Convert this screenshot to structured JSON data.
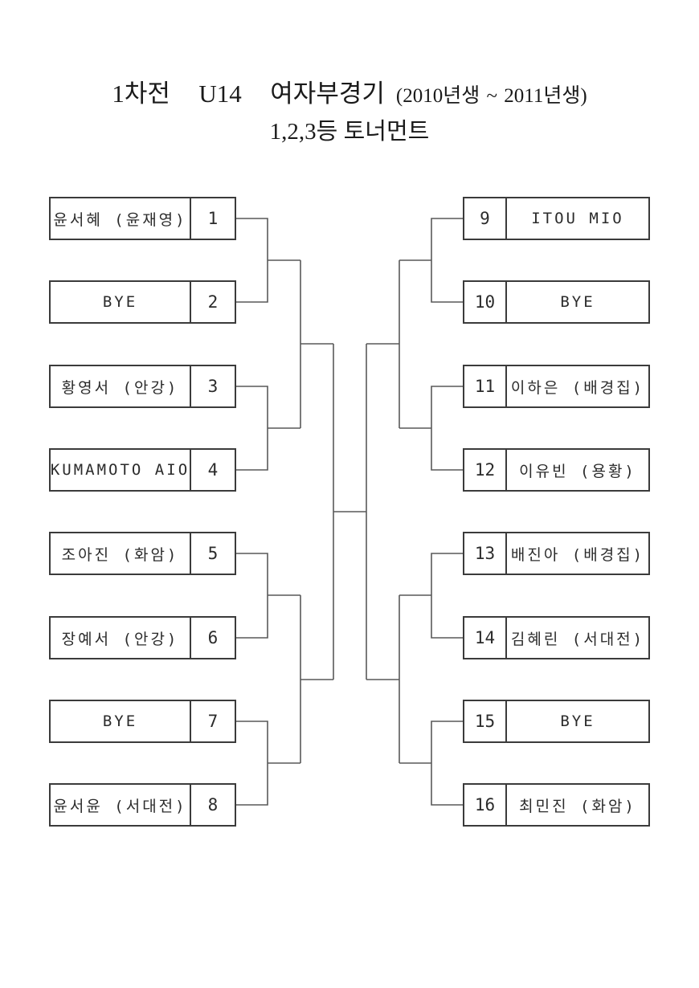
{
  "title": {
    "line1_main": "1차전  U14  여자부경기",
    "line1_years": "(2010년생 ~ 2011년생)",
    "line2": "1,2,3등 토너먼트"
  },
  "bracket": {
    "left": [
      {
        "seed": "1",
        "name": "윤서혜 (윤재영)"
      },
      {
        "seed": "2",
        "name": "BYE"
      },
      {
        "seed": "3",
        "name": "황영서 (안강)"
      },
      {
        "seed": "4",
        "name": "KUMAMOTO AIO"
      },
      {
        "seed": "5",
        "name": "조아진 (화암)"
      },
      {
        "seed": "6",
        "name": "장예서 (안강)"
      },
      {
        "seed": "7",
        "name": "BYE"
      },
      {
        "seed": "8",
        "name": "윤서윤 (서대전)"
      }
    ],
    "right": [
      {
        "seed": "9",
        "name": "ITOU MIO"
      },
      {
        "seed": "10",
        "name": "BYE"
      },
      {
        "seed": "11",
        "name": "이하은 (배경집)"
      },
      {
        "seed": "12",
        "name": "이유빈 (용황)"
      },
      {
        "seed": "13",
        "name": "배진아 (배경집)"
      },
      {
        "seed": "14",
        "name": "김혜린 (서대전)"
      },
      {
        "seed": "15",
        "name": "BYE"
      },
      {
        "seed": "16",
        "name": "최민진 (화암)"
      }
    ]
  },
  "colors": {
    "background": "#ffffff",
    "box_border": "#3b3b3b",
    "connector_line": "#595959",
    "text": "#2b2b2b"
  }
}
